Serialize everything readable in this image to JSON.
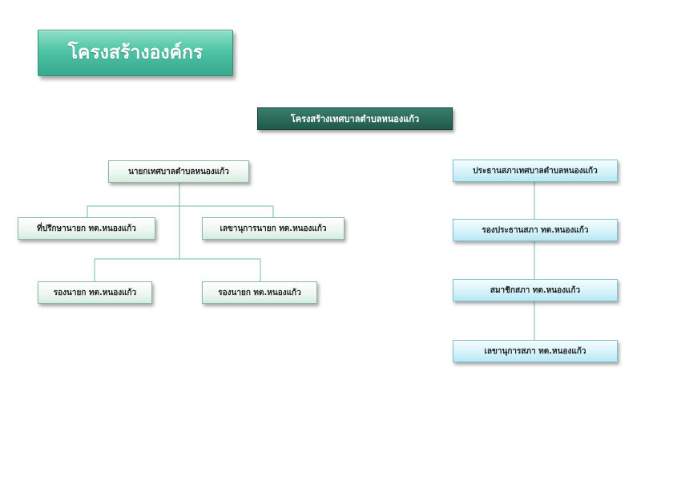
{
  "title": "โครงสร้างองค์กร",
  "main_header": "โครงสร้างเทศบาลตำบลหนองแก้ว",
  "executive": {
    "head": "นายกเทศบาลตำบลหนองแก้ว",
    "advisor": "ที่ปรึกษานายก ทต.หนองแก้ว",
    "secretary": "เลขานุการนายก ทต.หนองแก้ว",
    "deputy_1": "รองนายก ทต.หนองแก้ว",
    "deputy_2": "รองนายก ทต.หนองแก้ว"
  },
  "council": {
    "chair": "ประธานสภาเทศบาลตำบลหนองแก้ว",
    "vice_chair": "รองประธานสภา ทต.หนองแก้ว",
    "member": "สมาชิกสภา ทต.หนองแก้ว",
    "secretary": "เลขานุการสภา ทต.หนองแก้ว"
  },
  "colors": {
    "title_green": "#4fc4a5",
    "header_dark_green": "#1f5a4b",
    "connector_green": "#8cc6b4",
    "council_blue": "#b9e7f4"
  }
}
